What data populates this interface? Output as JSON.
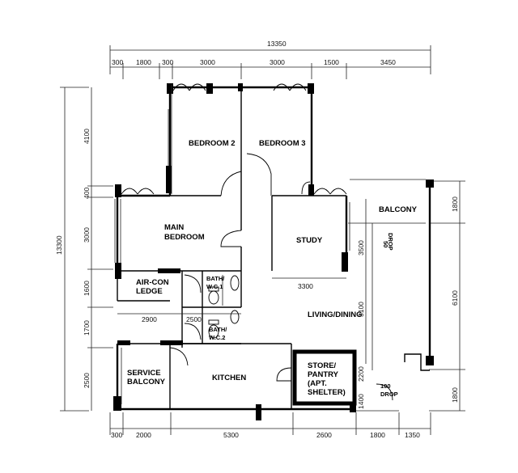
{
  "overall": {
    "width_total": "13350",
    "height_total": "13300"
  },
  "top_dims": [
    "300",
    "1800",
    "300",
    "3000",
    "3000",
    "1500",
    "3450"
  ],
  "bottom_dims": [
    "300",
    "2000",
    "5300",
    "2600",
    "1800",
    "1350"
  ],
  "left_dims": [
    "4100",
    "400",
    "3000",
    "1600",
    "1700",
    "2500"
  ],
  "right_dims": [
    "1800",
    "6100",
    "1800"
  ],
  "inner_dims": {
    "study_width": "3300",
    "study_depth": "3500",
    "living_3100": "3100",
    "store_2200": "2200",
    "store_1400": "1400",
    "aircon_2900": "2900",
    "bath_2500": "2500"
  },
  "rooms": {
    "bedroom2": "BEDROOM 2",
    "bedroom3": "BEDROOM 3",
    "main_bedroom_1": "MAIN",
    "main_bedroom_2": "BEDROOM",
    "study": "STUDY",
    "balcony": "BALCONY",
    "aircon_1": "AIR-CON",
    "aircon_2": "LEDGE",
    "bath1_1": "BATH/",
    "bath1_2": "W.C.1",
    "bath2_1": "BATH/",
    "bath2_2": "W.C.2",
    "living": "LIVING/DINING",
    "service_1": "SERVICE",
    "service_2": "BALCONY",
    "kitchen": "KITCHEN",
    "store_1": "STORE/",
    "store_2": "PANTRY",
    "store_3": "(APT.",
    "store_4": "SHELTER)"
  },
  "drop_labels": {
    "drop50": "50",
    "drop50b": "DROP",
    "drop100": "100",
    "drop100b": "DROP"
  }
}
